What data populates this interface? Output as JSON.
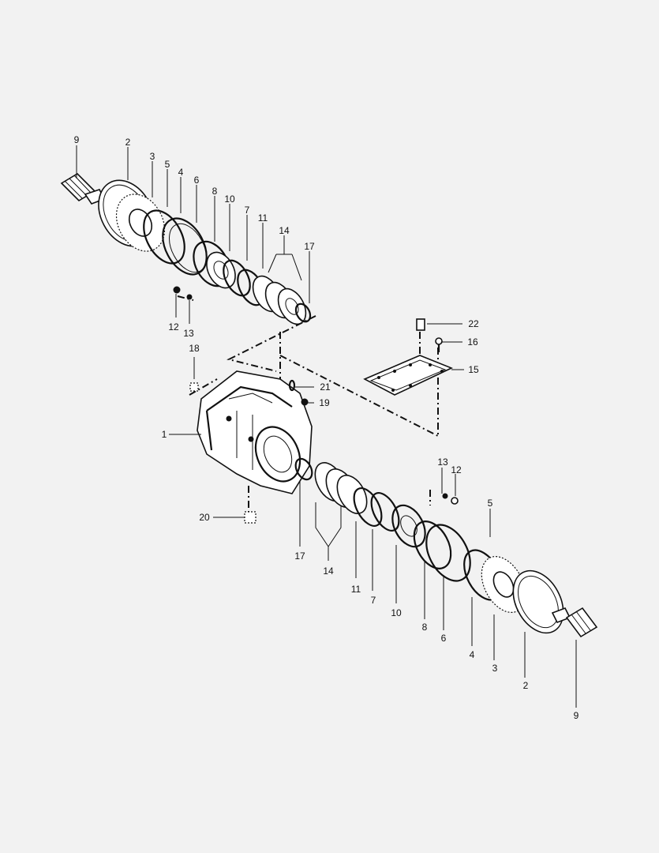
{
  "diagram": {
    "upper_assembly_callouts": [
      "9",
      "2",
      "3",
      "5",
      "4",
      "6",
      "8",
      "10",
      "7",
      "11",
      "14",
      "17",
      "12",
      "13"
    ],
    "center_callouts": [
      "18",
      "22",
      "16",
      "15",
      "21",
      "19",
      "1",
      "20"
    ],
    "lower_assembly_callouts": [
      "13",
      "12",
      "5",
      "17",
      "14",
      "11",
      "7",
      "10",
      "8",
      "6",
      "4",
      "3",
      "2",
      "9"
    ]
  },
  "colors": {
    "background": "#f2f2f2",
    "line": "#111111"
  }
}
